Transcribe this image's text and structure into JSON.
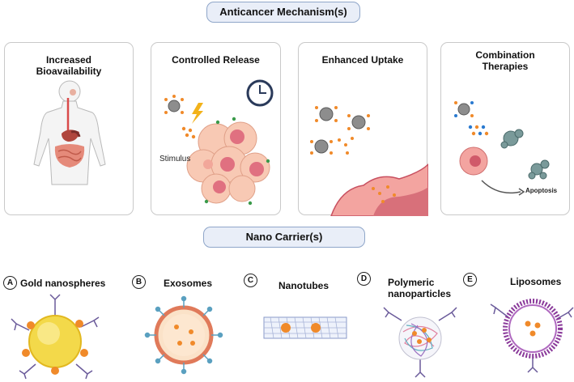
{
  "mechanisms_header": "Anticancer Mechanism(s)",
  "mechanisms": [
    {
      "title": "Increased\nBioavailability"
    },
    {
      "title": "Controlled Release",
      "stimulus_label": "Stimulus"
    },
    {
      "title": "Enhanced Uptake"
    },
    {
      "title": "Combination\nTherapies",
      "apoptosis_label": "Apoptosis"
    }
  ],
  "carriers_header": "Nano Carrier(s)",
  "carriers": [
    {
      "letter": "A",
      "name": "Gold nanospheres"
    },
    {
      "letter": "B",
      "name": "Exosomes"
    },
    {
      "letter": "C",
      "name": "Nanotubes"
    },
    {
      "letter": "D",
      "name": "Polymeric\nnanoparticles"
    },
    {
      "letter": "E",
      "name": "Liposomes"
    }
  ],
  "colors": {
    "pill_bg": "#e9eef8",
    "pill_border": "#8fa6c9",
    "drug_orange": "#f08a2a",
    "cell_pink": "#f5b9a4",
    "nucleus": "#e07080",
    "nanoparticle_gray": "#8d8d8d",
    "gold": "#f3d94a",
    "liposome_purple": "#8a3a9a",
    "antibody": "#6a5a9a"
  }
}
